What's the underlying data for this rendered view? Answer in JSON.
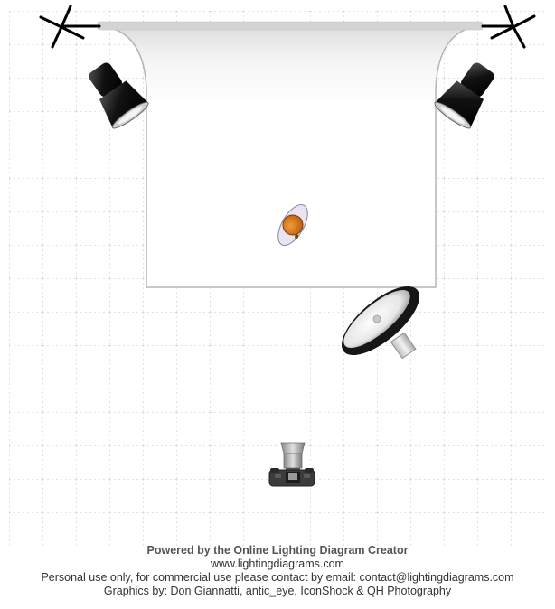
{
  "diagram": {
    "elements": [
      {
        "id": "backdrop",
        "kind": "paper-backdrop",
        "color": "#ffffff"
      },
      {
        "id": "stand-left",
        "kind": "backdrop-stand"
      },
      {
        "id": "stand-right",
        "kind": "backdrop-stand"
      },
      {
        "id": "strobe-left",
        "kind": "strobe-standard-reflector"
      },
      {
        "id": "strobe-right",
        "kind": "strobe-standard-reflector"
      },
      {
        "id": "subject",
        "kind": "person-top-view",
        "color": "#d9771a"
      },
      {
        "id": "beauty-dish",
        "kind": "beauty-dish"
      },
      {
        "id": "camera",
        "kind": "camera-top-view"
      }
    ]
  },
  "footer": {
    "line1": "Powered by the Online Lighting Diagram Creator",
    "line2": "www.lightingdiagrams.com",
    "line3": "Personal use only, for commercial use please contact by email: contact@lightingdiagrams.com",
    "line4": "Graphics by: Don Giannatti, antic_eye, IconShock & QH Photography"
  },
  "colors": {
    "grid": "#c8c8c8",
    "subject": "#d9771a",
    "light_body": "#111111"
  }
}
